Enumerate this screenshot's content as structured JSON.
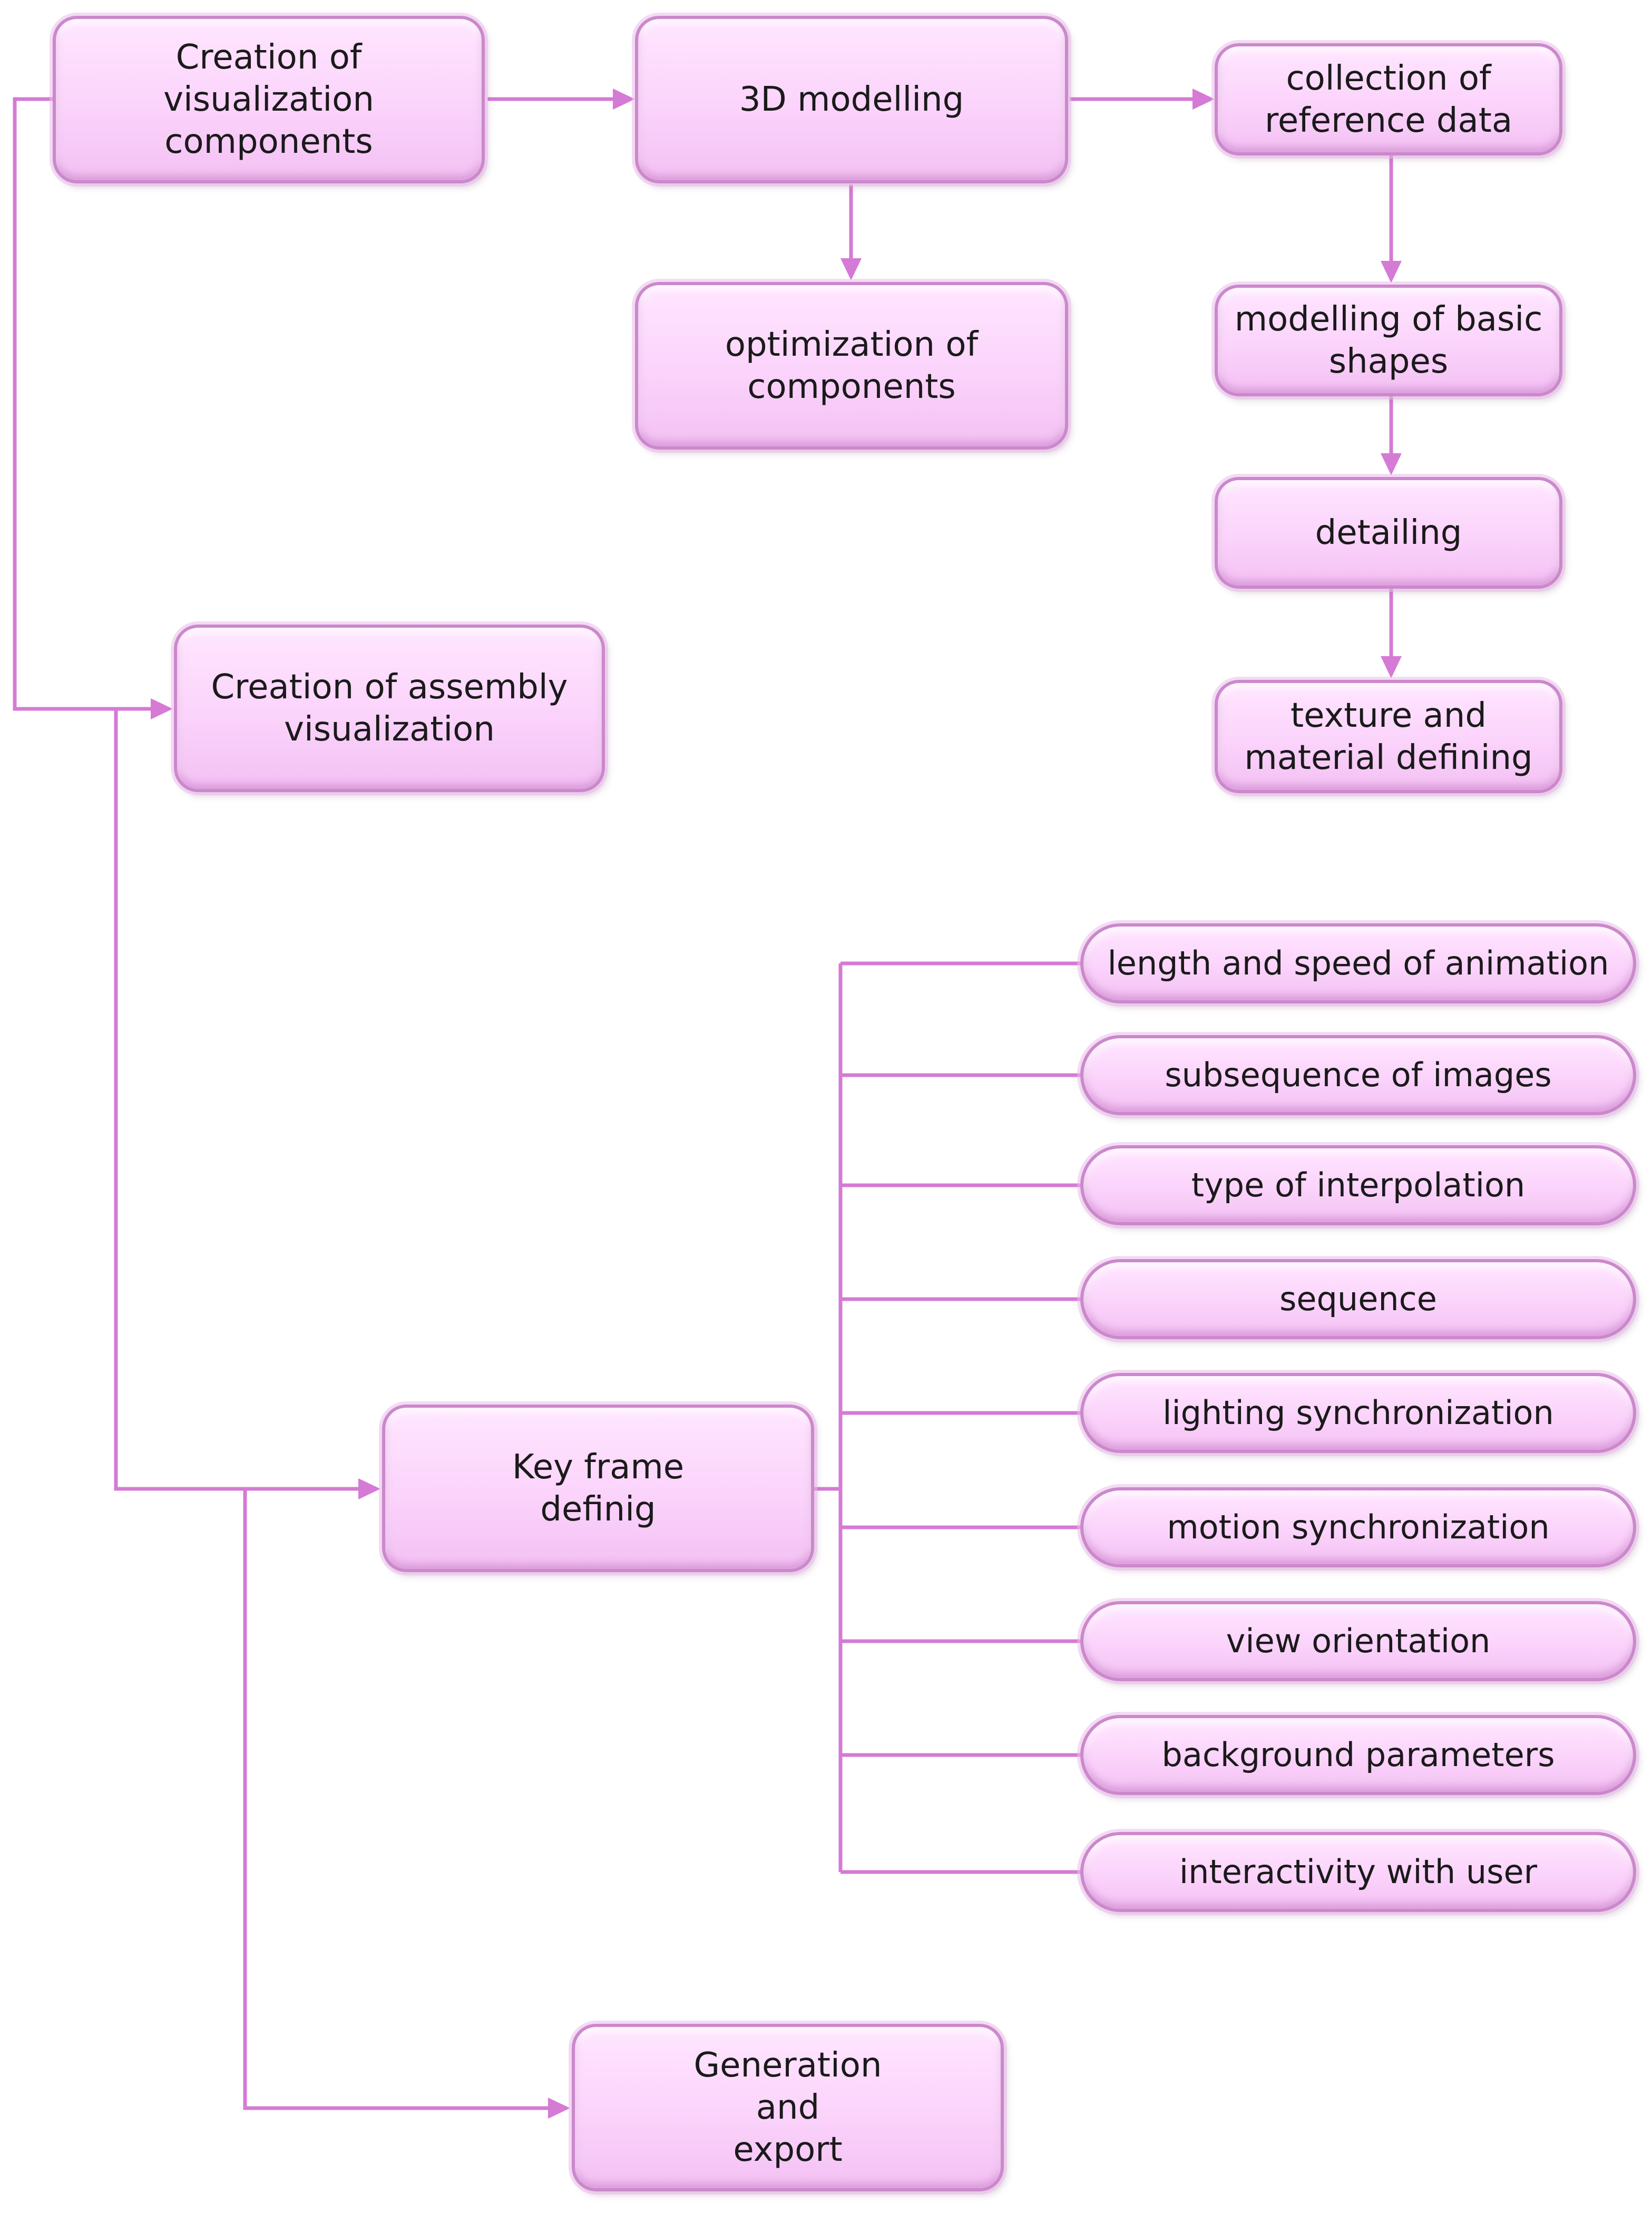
{
  "nodes": {
    "creation_components": "Creation of visualization\ncomponents",
    "modelling_3d": "3D modelling",
    "collection_reference": "collection of\nreference data",
    "optimization_components": "optimization of\ncomponents",
    "modelling_basic_shapes": "modelling of basic\nshapes",
    "detailing": "detailing",
    "texture_material": "texture and\nmaterial defining",
    "creation_assembly": "Creation of assembly\nvisualization",
    "key_frame": "Key frame\ndefinig",
    "generation_export": "Generation\nand\nexport"
  },
  "parameters": [
    "length and speed of animation",
    "subsequence of images",
    "type of interpolation",
    "sequence",
    "lighting synchronization",
    "motion synchronization",
    "view orientation",
    "background parameters",
    "interactivity with user"
  ],
  "colors": {
    "line": "#d57ad5",
    "box_border": "#cc88cc",
    "box_fill": "#fbd3fb"
  }
}
